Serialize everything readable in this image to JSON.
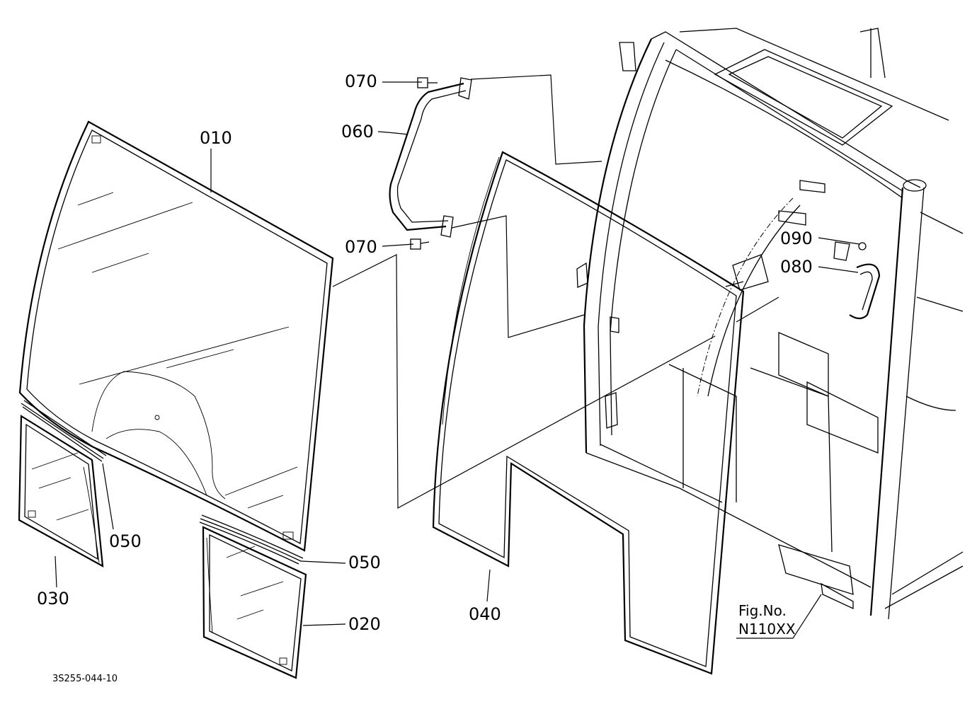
{
  "labels": {
    "p010": "010",
    "p020": "020",
    "p030": "030",
    "p040": "040",
    "p050a": "050",
    "p050b": "050",
    "p060": "060",
    "p070a": "070",
    "p070b": "070",
    "p080": "080",
    "p090": "090"
  },
  "figure": {
    "fig_no_label": "Fig.No.",
    "fig_no_value": "N110XX"
  },
  "drawing_code": "3S255-044-10"
}
